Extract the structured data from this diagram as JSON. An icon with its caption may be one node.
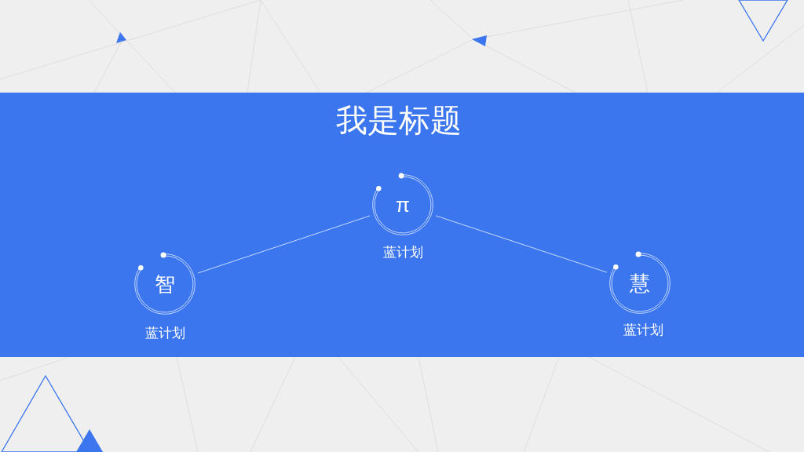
{
  "diagram": {
    "title": "我是标题",
    "nodes": [
      {
        "text": [
          "智"
        ],
        "beside": [
          "蓝计划"
        ]
      },
      {
        "text": [
          "π"
        ],
        "beside": [
          "蓝计划"
        ]
      },
      {
        "text": [
          "慧"
        ],
        "beside": [
          "蓝计划"
        ]
      }
    ],
    "edges": [
      {
        "from": 1,
        "to": 0,
        "arrow": "none"
      },
      {
        "from": 1,
        "to": 2,
        "arrow": "none"
      }
    ]
  }
}
